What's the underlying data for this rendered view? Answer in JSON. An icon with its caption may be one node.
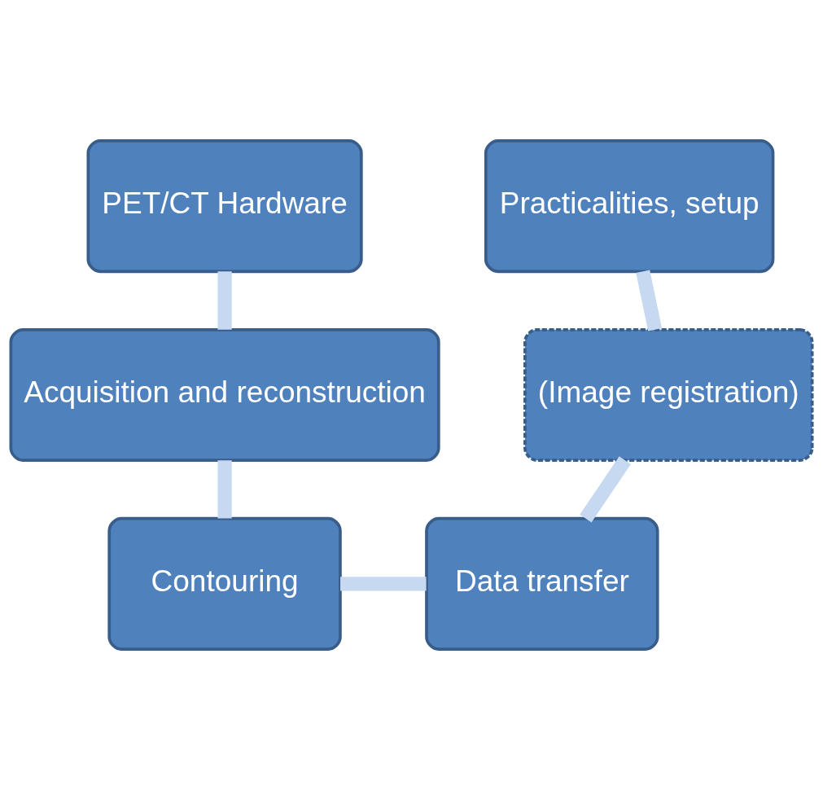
{
  "diagram": {
    "nodes": [
      {
        "text": [
          "PET/CT Hardware"
        ]
      },
      {
        "text": [
          "Practicalities, setup"
        ]
      },
      {
        "text": [
          "Acquisition and reconstruction"
        ]
      },
      {
        "text": [
          "(Image registration)"
        ]
      },
      {
        "text": [
          "Contouring"
        ]
      },
      {
        "text": [
          "Data transfer"
        ]
      }
    ],
    "edges": [
      {
        "from": 0,
        "to": 2,
        "arrow": "none"
      },
      {
        "from": 2,
        "to": 4,
        "arrow": "none"
      },
      {
        "from": 4,
        "to": 5,
        "arrow": "none"
      },
      {
        "from": 5,
        "to": 3,
        "arrow": "none"
      },
      {
        "from": 3,
        "to": 1,
        "arrow": "none"
      }
    ]
  }
}
